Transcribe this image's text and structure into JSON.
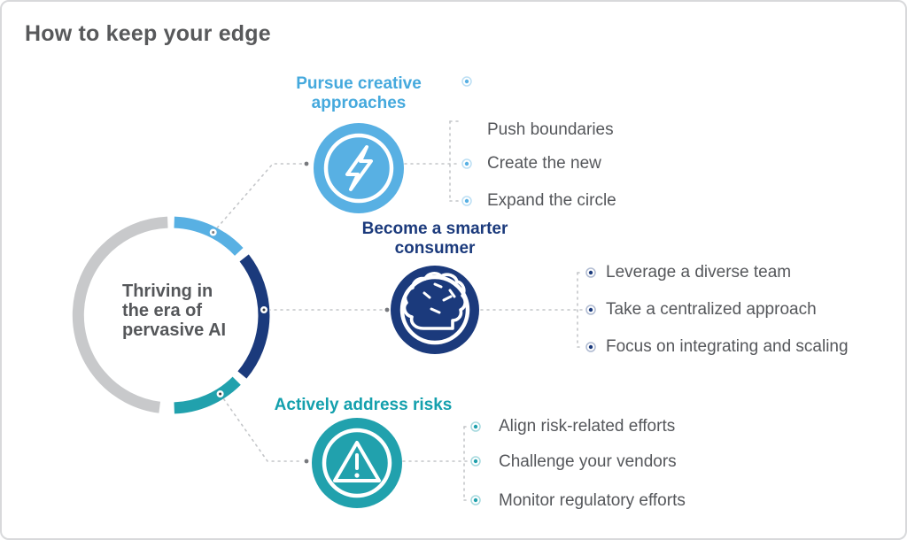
{
  "title": "How to keep your edge",
  "center_label": "Thriving in\nthe era of\npervasive AI",
  "branches": [
    {
      "title": "Pursue creative\napproaches",
      "accent": "#58B0E3",
      "icon": "lightning-bolt-icon",
      "items": [
        "Push boundaries",
        "Create the new",
        "Expand the circle"
      ]
    },
    {
      "title": "Become a smarter\nconsumer",
      "accent": "#1B3A7C",
      "icon": "brain-icon",
      "items": [
        "Leverage a diverse team",
        "Take a centralized approach",
        "Focus on integrating and scaling"
      ]
    },
    {
      "title": "Actively address risks",
      "accent": "#21A1AD",
      "icon": "warning-triangle-icon",
      "items": [
        "Align risk-related efforts",
        "Challenge your vendors",
        "Monitor regulatory efforts"
      ]
    }
  ],
  "colors": {
    "title_text": "#58595B",
    "body_text": "#55575B",
    "ring_gray": "#C8C9CB",
    "connector_gray": "#C4C6C9",
    "light_blue": "#58B0E3",
    "navy": "#1B3A7C",
    "teal": "#21A1AD",
    "background": "#FFFFFF",
    "frame_border": "#D8D9DB"
  }
}
